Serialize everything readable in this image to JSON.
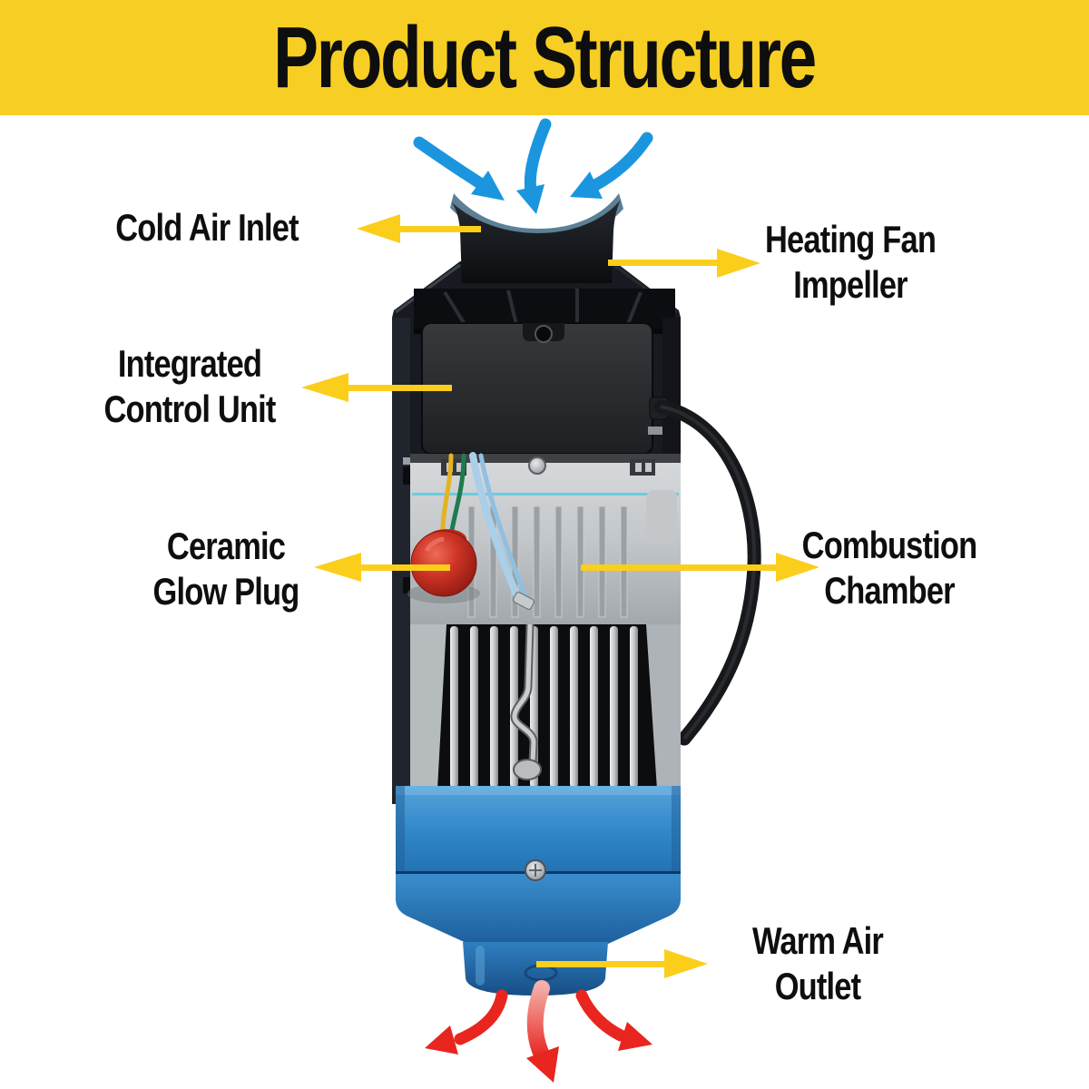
{
  "banner": {
    "title": "Product Structure"
  },
  "labels": {
    "cold_air_inlet": "Cold Air Inlet",
    "heating_fan_impeller": "Heating Fan\nImpeller",
    "integrated_control_unit": "Integrated\nControl Unit",
    "ceramic_glow_plug": "Ceramic\nGlow Plug",
    "combustion_chamber": "Combustion\nChamber",
    "warm_air_outlet": "Warm Air Outlet"
  },
  "colors": {
    "banner_bg": "#F7CE24",
    "label_text": "#0e0e0e",
    "callout_arrow_yellow": "#FBCE1C",
    "cold_air_blue": "#1B96DE",
    "warm_air_red": "#E8251F",
    "housing_blue": "#2F86C8",
    "glow_plug_red": "#C22A1E"
  }
}
